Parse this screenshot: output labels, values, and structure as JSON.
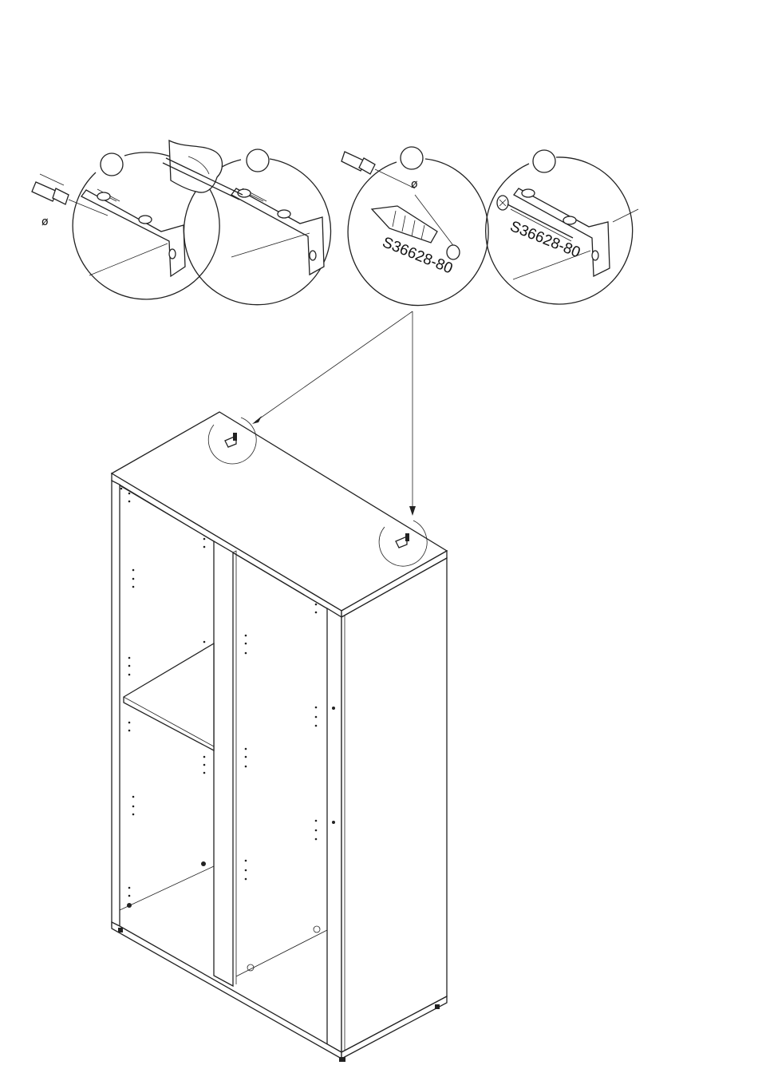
{
  "diagram": {
    "type": "assembly-instruction",
    "part_labels": {
      "step3_dowel": "S36628-80",
      "step4_screw": "S36628-80"
    },
    "drill_symbols": {
      "step1": "ø",
      "step3": "ø"
    },
    "steps": [
      {
        "name": "step-1",
        "action": "drill",
        "number": ""
      },
      {
        "name": "step-2",
        "action": "mark",
        "number": ""
      },
      {
        "name": "step-3",
        "action": "insert-dowel",
        "number": ""
      },
      {
        "name": "step-4",
        "action": "screw",
        "number": ""
      }
    ]
  }
}
